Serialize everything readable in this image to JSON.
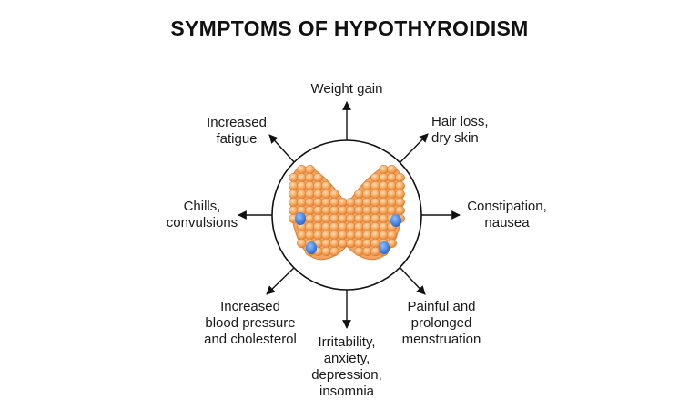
{
  "title": "SYMPTOMS OF HYPOTHYROIDISM",
  "center": {
    "icon": "thyroid-gland-icon",
    "lobe_color": "#f5a05a",
    "nodule_color": "#3a7ee0"
  },
  "symptoms": {
    "top": "Weight gain",
    "top_right": "Hair loss,\ndry skin",
    "right": "Constipation,\nnausea",
    "bottom_right": "Painful and\nprolonged\nmenstruation",
    "bottom": "Irritability,\nanxiety,\ndepression,\ninsomnia",
    "bottom_left": "Increased\nblood pressure\nand cholesterol",
    "left": "Chills,\nconvulsions",
    "top_left": "Increased\nfatigue"
  }
}
